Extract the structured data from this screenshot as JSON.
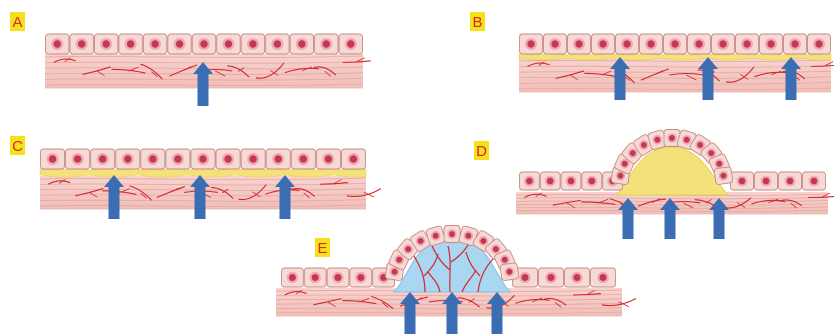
{
  "panels": [
    {
      "id": "A",
      "label": "A",
      "variant": "flat",
      "arrows": 1
    },
    {
      "id": "B",
      "label": "B",
      "variant": "flat-with-fluid",
      "arrows": 3
    },
    {
      "id": "C",
      "label": "C",
      "variant": "flat-with-fluid",
      "arrows": 3
    },
    {
      "id": "D",
      "label": "D",
      "variant": "blister-fluid",
      "arrows": 3
    },
    {
      "id": "E",
      "label": "E",
      "variant": "blister-vascularized",
      "arrows": 3
    }
  ],
  "colors": {
    "label_bg": "#f5e11a",
    "label_text": "#d8262c",
    "cell_fill": "#f6dad6",
    "cell_border": "#c98a86",
    "nucleus": "#c23a52",
    "nucleus_ring": "#f2a7b3",
    "tissue": "#f7d1cd",
    "vessel": "#d4262c",
    "fluid": "#f3e27a",
    "fluid_blue": "#a9d6f0",
    "arrow": "#3b6db3"
  }
}
